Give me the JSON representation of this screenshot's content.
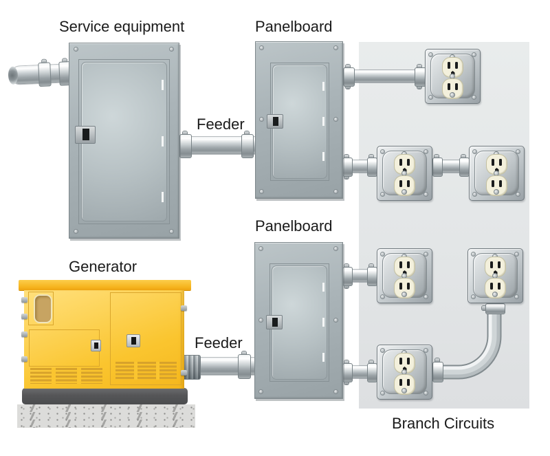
{
  "diagram": {
    "labels": {
      "service_equipment": "Service equipment",
      "panelboard_top": "Panelboard",
      "feeder_top": "Feeder",
      "panelboard_bottom": "Panelboard",
      "generator": "Generator",
      "feeder_bottom": "Feeder",
      "branch_circuits": "Branch Circuits"
    },
    "colors": {
      "panel_gray": "#aab4b8",
      "panel_door_gray": "#b6c0c3",
      "conduit_metal": "#b9c0c3",
      "branch_zone_gray": "#e3e6e7",
      "receptacle_face_cream": "#f3f0dc",
      "generator_yellow": "#fac52f",
      "generator_cap_yellow": "#f6b41e",
      "generator_base_gray": "#555658",
      "concrete_gray": "#dcdcda",
      "label_text": "#1a1a1a"
    }
  }
}
